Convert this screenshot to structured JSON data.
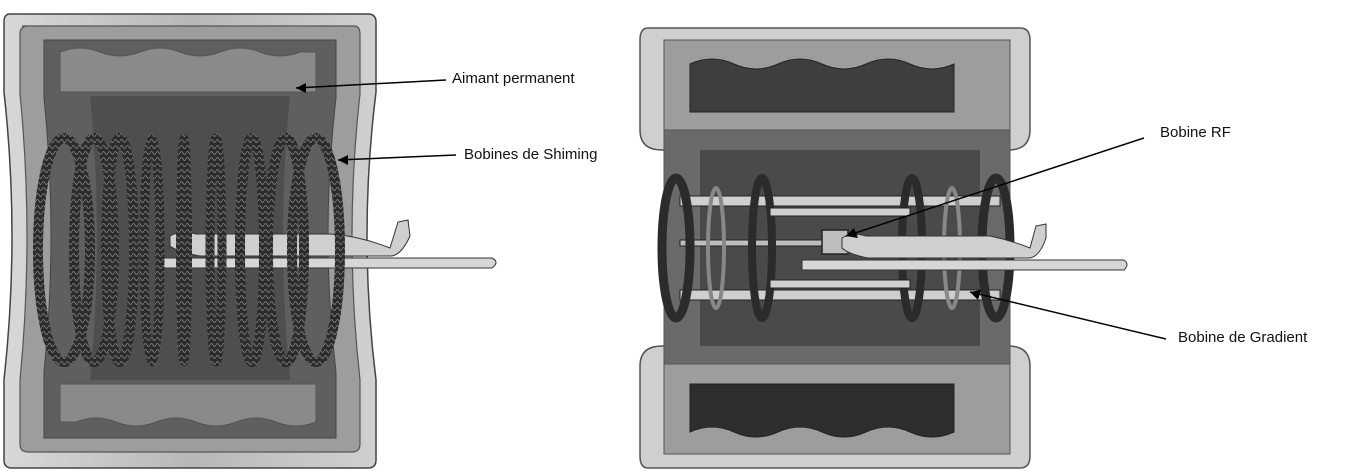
{
  "labels": {
    "permanent_magnet": "Aimant permanent",
    "shim_coils": "Bobines de Shiming",
    "rf_coil": "Bobine RF",
    "gradient_coil": "Bobine de Gradient"
  },
  "colors": {
    "background": "#ffffff",
    "outer_shell": "#c9c9c9",
    "middle_shell": "#9a9a9a",
    "inner_core": "#5e5e5e",
    "coil_dark": "#2b2b2b",
    "table": "#d6d6d6",
    "leader_line": "#000000"
  },
  "left_view": {
    "shim_ring_count": 9
  },
  "right_view": {
    "gradient_ring_count": 4
  }
}
